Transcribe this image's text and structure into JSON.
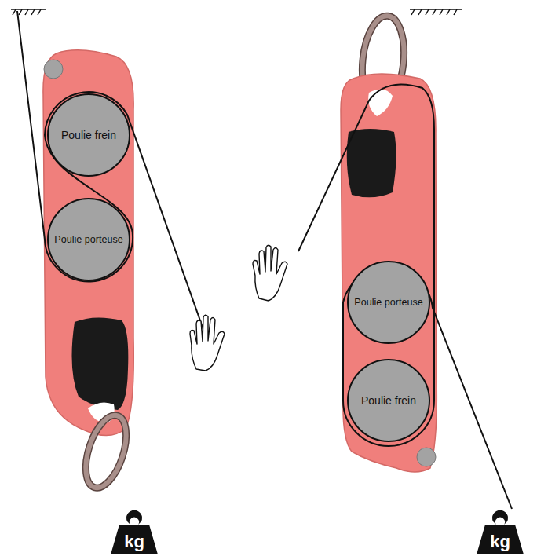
{
  "diagram": {
    "nodes": [
      {
        "text": [
          "Poulie frein"
        ]
      },
      {
        "text": [
          "Poulie porteuse"
        ]
      },
      {
        "text": [
          "Poulie porteuse"
        ]
      },
      {
        "text": [
          "Poulie frein"
        ]
      }
    ],
    "labels": [
      "kg",
      "kg"
    ]
  }
}
